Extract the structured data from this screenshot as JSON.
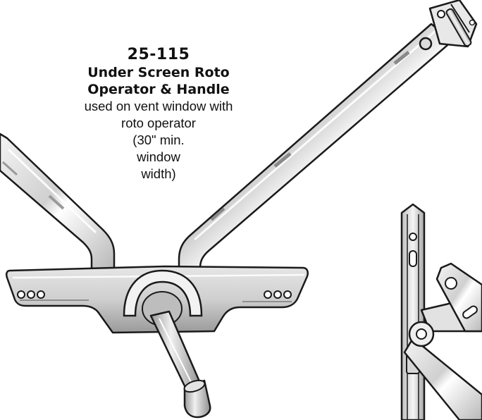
{
  "product": {
    "part_number": "25-115",
    "title_lines": [
      "Under Screen Roto",
      "Operator & Handle"
    ],
    "description_lines": [
      "used on vent window with",
      "roto operator",
      "(30\" min.",
      "window",
      "width)"
    ]
  },
  "illustrations": {
    "main": "roto-operator-with-handle",
    "secondary": "casement-hinge-arm-partial"
  },
  "colors": {
    "outline": "#1a1a1a",
    "metal_light": "#f2f2f2",
    "metal_mid": "#c9c9c9",
    "metal_dark": "#8a8a8a",
    "background": "#ffffff"
  }
}
